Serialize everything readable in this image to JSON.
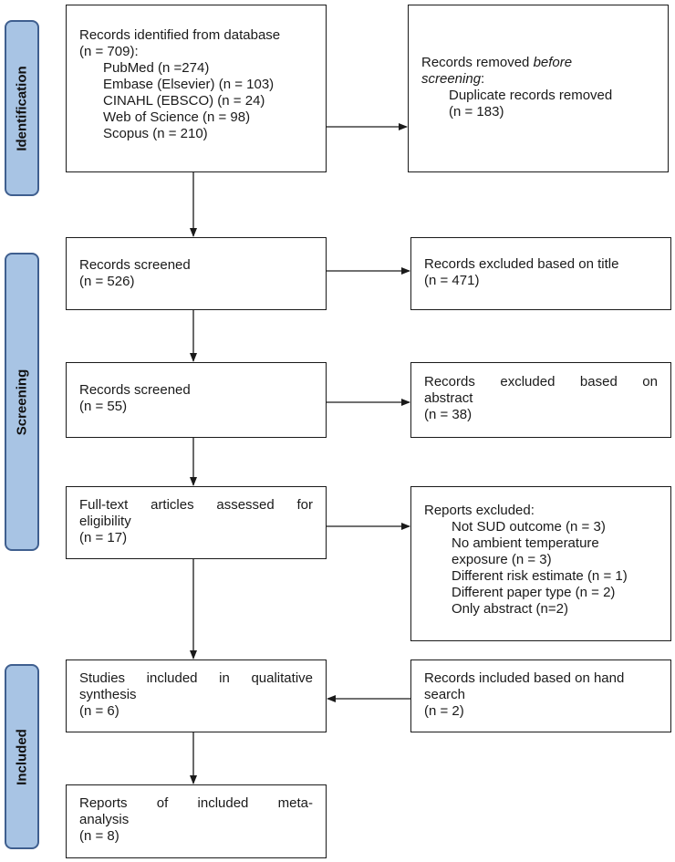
{
  "phases": {
    "identification": "Identification",
    "screening": "Screening",
    "included": "Included"
  },
  "boxes": {
    "identified": {
      "line1": "Records identified from database",
      "line2": "(n = 709):",
      "db1": "PubMed (n =274)",
      "db2": "Embase (Elsevier) (n = 103)",
      "db3": "CINAHL (EBSCO) (n = 24)",
      "db4": "Web of Science (n = 98)",
      "db5": "Scopus (n = 210)"
    },
    "removed": {
      "line1a": "Records removed ",
      "line1b": "before",
      "line2": "screening",
      "line2b": ":",
      "line3": "Duplicate records removed",
      "line4": "(n = 183)"
    },
    "screened1": {
      "line1": "Records screened",
      "line2": "(n = 526)"
    },
    "excluded_title": {
      "line1": "Records excluded based on title",
      "line2": "(n = 471)"
    },
    "screened2": {
      "line1": "Records screened",
      "line2": "(n = 55)"
    },
    "excluded_abstract": {
      "line1": "Records excluded based on",
      "line2": "abstract",
      "line3": "(n = 38)"
    },
    "fulltext": {
      "line1": "Full-text articles assessed for",
      "line2": "eligibility",
      "line3": "(n = 17)"
    },
    "reports_excluded": {
      "line1": "Reports excluded:",
      "r1": "Not SUD outcome (n = 3)",
      "r2": "No ambient temperature",
      "r3": "exposure (n = 3)",
      "r4": "Different risk estimate (n = 1)",
      "r5": "Different paper type (n = 2)",
      "r6": "Only abstract (n=2)"
    },
    "qualitative": {
      "line1": "Studies included in qualitative",
      "line2": "synthesis",
      "line3": "(n = 6)"
    },
    "hand_search": {
      "line1": "Records included based on hand",
      "line2": "search",
      "line3": "(n = 2)"
    },
    "meta": {
      "line1": "Reports of included meta-",
      "line2": "analysis",
      "line3": "(n = 8)"
    }
  }
}
